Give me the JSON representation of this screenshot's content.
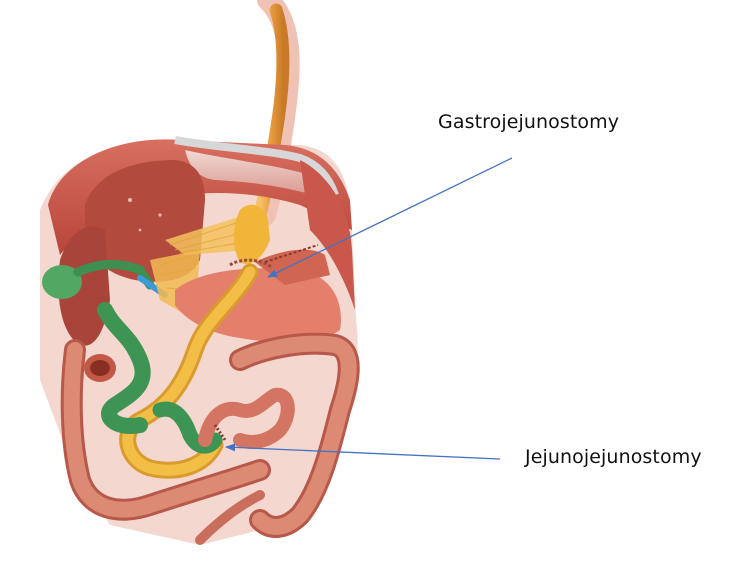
{
  "callouts": [
    {
      "id": "gastrojejunostomy",
      "text": "Gastrojejunostomy"
    },
    {
      "id": "jejunojejunostomy",
      "text": "Jejunojejunostomy"
    }
  ],
  "colors": {
    "arrow": "#4472c4",
    "label_text": "#111111",
    "background": "#ffffff",
    "muscle_wall": "#c95a4e",
    "liver": "#b84a3c",
    "gallbladder": "#4aa85e",
    "esophagus": "#e8a24a",
    "roux_limb": "#f0b53a",
    "biliopancreatic_limb": "#3f9a55",
    "stomach_remnant": "#e07a6a",
    "colon": "#d9826f",
    "mesentery": "#f1c05a"
  },
  "illustration": {
    "subject": "roux-en-y-gastric-bypass-anatomy"
  }
}
